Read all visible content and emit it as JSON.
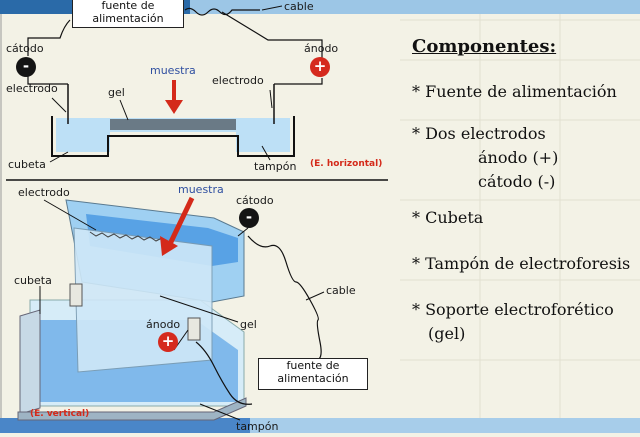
{
  "header": {
    "power_box_top": "fuente de alimentación",
    "cable_top": "cable"
  },
  "horizontal": {
    "catodo": "cátodo",
    "anodo": "ánodo",
    "electrodo_left": "electrodo",
    "electrodo_right": "electrodo",
    "gel": "gel",
    "muestra": "muestra",
    "cubeta": "cubeta",
    "tampon": "tampón",
    "caption": "(E. horizontal)",
    "neg_symbol": "-",
    "pos_symbol": "+"
  },
  "vertical": {
    "electrodo": "electrodo",
    "muestra": "muestra",
    "catodo": "cátodo",
    "cubeta": "cubeta",
    "cable": "cable",
    "anodo": "ánodo",
    "gel": "gel",
    "power_box": "fuente de alimentación",
    "caption": "(E. vertical)",
    "tampon": "tampón",
    "neg_symbol": "-",
    "pos_symbol": "+"
  },
  "components": {
    "title": "Componentes:",
    "item1": "* Fuente de alimentación",
    "item2": "* Dos electrodos",
    "item2_sub1": "ánodo (+)",
    "item2_sub2": "cátodo (-)",
    "item3": "* Cubeta",
    "item4": "* Tampón de electroforesis",
    "item5": "* Soporte electroforético",
    "item5_cont": "(gel)"
  },
  "colors": {
    "buffer": "#bde0f6",
    "gel": "#6a7a86",
    "arrow": "#d42a1a",
    "anode": "#d52a1e",
    "cathode": "#141414",
    "water": "#3a8fe0"
  }
}
